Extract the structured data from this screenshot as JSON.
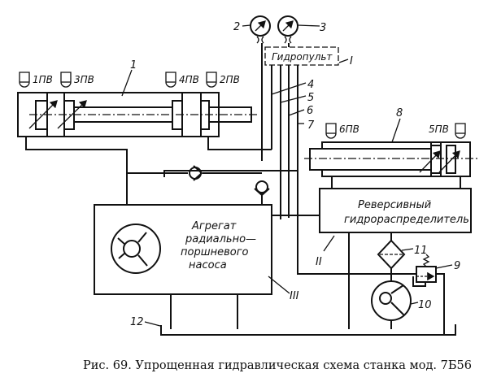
{
  "figure": {
    "caption": "Рис. 69. Упрощенная гидравлическая схема станка мод. 7Б56"
  },
  "components": {
    "cylinder_1": "1",
    "gauge_2": "2",
    "gauge_3": "3",
    "line_4": "4",
    "line_5": "5",
    "line_6": "6",
    "line_7": "7",
    "cylinder_8": "8",
    "valve_9": "9",
    "pump_10": "10",
    "filter_11": "11",
    "tank_12": "12",
    "unit_I": "I",
    "unit_II": "II",
    "unit_III": "III"
  },
  "limit_switches": {
    "s1": "1ПВ",
    "s3": "3ПВ",
    "s4": "4ПВ",
    "s2": "2ПВ",
    "s6": "6ПВ",
    "s5": "5ПВ"
  },
  "blocks": {
    "hydropanel": "Гидропульт",
    "distributor_line1": "Реверсивный",
    "distributor_line2": "гидрораспределитель",
    "pump_unit_line1": "Агрегат",
    "pump_unit_line2": "радиально—",
    "pump_unit_line3": "поршневого",
    "pump_unit_line4": "насоса"
  }
}
